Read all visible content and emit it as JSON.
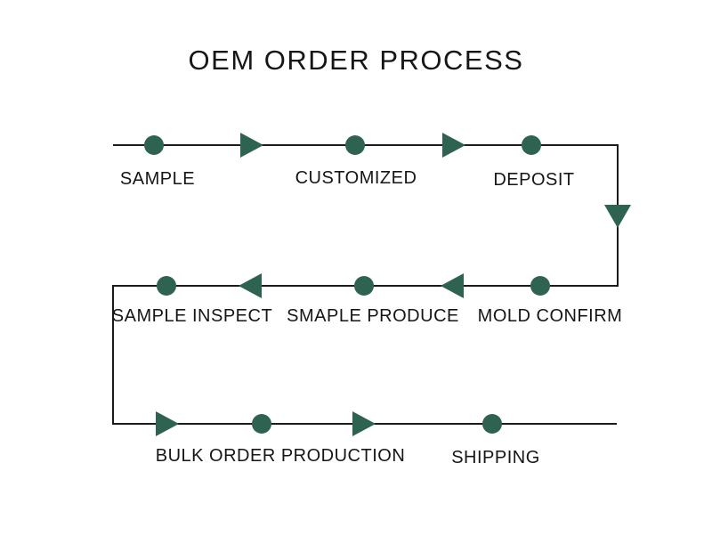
{
  "title": "OEM ORDER PROCESS",
  "colors": {
    "node_green": "#2f6351",
    "line_black": "#1b1b1b",
    "text_black": "#161616",
    "background": "#ffffff"
  },
  "diagram": {
    "rows": [
      {
        "direction": "right",
        "labels": [
          "SAMPLE",
          "CUSTOMIZED",
          "DEPOSIT"
        ]
      },
      {
        "direction": "left",
        "labels": [
          "SAMPLE INSPECT",
          "SMAPLE PRODUCE",
          "MOLD CONFIRM"
        ]
      },
      {
        "direction": "right",
        "labels": [
          "BULK ORDER PRODUCTION",
          "SHIPPING"
        ]
      }
    ],
    "flow_sequence": [
      "SAMPLE",
      "CUSTOMIZED",
      "DEPOSIT",
      "MOLD CONFIRM",
      "SMAPLE PRODUCE",
      "SAMPLE INSPECT",
      "BULK ORDER PRODUCTION",
      "SHIPPING"
    ]
  }
}
